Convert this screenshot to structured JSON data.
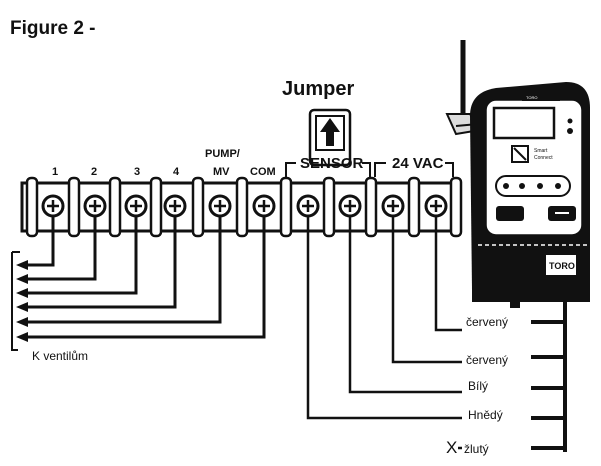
{
  "figure_title": "Figure 2 -",
  "jumper_label": "Jumper",
  "terminals": [
    "1",
    "2",
    "3",
    "4",
    "PUMP/\nMV",
    "COM"
  ],
  "sensor_label": "SENSOR",
  "vac_label": "24 VAC",
  "valves_label": "K ventilům",
  "wire_labels": {
    "red_1": "červený",
    "red_2": "červený",
    "white": "Bílý",
    "brown": "Hnědý",
    "yellow": "žlutý",
    "yellow_mark": "X"
  },
  "device": {
    "logo": "TORO",
    "brand": "TORO",
    "button_text": "Smart Connect"
  }
}
